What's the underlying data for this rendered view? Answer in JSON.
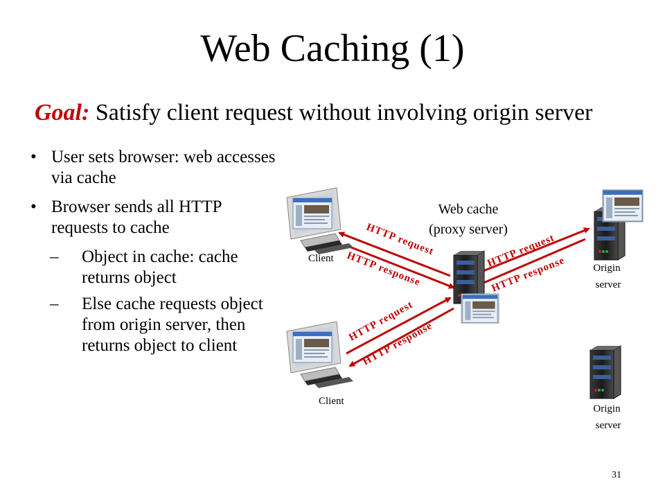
{
  "slide": {
    "title": "Web Caching (1)",
    "goal_label": "Goal:",
    "goal_text": "Satisfy client request without involving origin server",
    "page_number": "31"
  },
  "bullets": [
    {
      "text": "User sets browser: web accesses via cache",
      "sub": []
    },
    {
      "text": "Browser sends all HTTP requests to cache",
      "sub": [
        "Object in cache: cache returns object",
        "Else cache requests object from origin server, then returns object to client"
      ]
    }
  ],
  "bullet_symbol": "•",
  "dash_symbol": "–",
  "diagram": {
    "proxy_label_line1": "Web cache",
    "proxy_label_line2": "(proxy server)",
    "client_label": "Client",
    "origin_label_line1": "Origin",
    "origin_label_line2": "server",
    "http_request": "HTTP request",
    "http_response": "HTTP response",
    "arrow_color": "#c00000",
    "icons": [
      "client-computer-icon",
      "server-tower-icon",
      "browser-window-icon"
    ]
  }
}
